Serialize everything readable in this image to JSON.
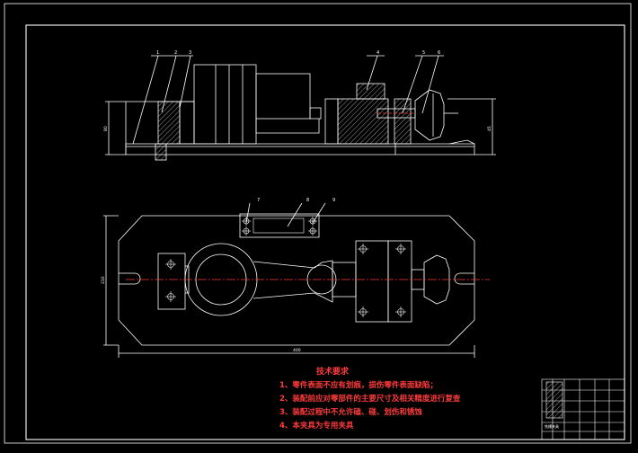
{
  "drawing": {
    "part_balloons": [
      "1",
      "2",
      "3",
      "4",
      "5",
      "6",
      "7",
      "8",
      "9"
    ],
    "dimensions": {
      "front_height_left": "80",
      "front_height_right": "45",
      "plan_width": "210",
      "plan_length": "400"
    },
    "technical_requirements": {
      "title": "技术要求",
      "items": [
        "1、零件表面不应有划痕，损伤零件表面缺陷；",
        "2、装配前应对零部件的主要尺寸及相关精度进行复查",
        "3、装配过程中不允许磕、碰、划伤和锈蚀",
        "4、本夹具为专用夹具"
      ]
    },
    "title_block": {
      "name": "铣槽夹具"
    }
  }
}
